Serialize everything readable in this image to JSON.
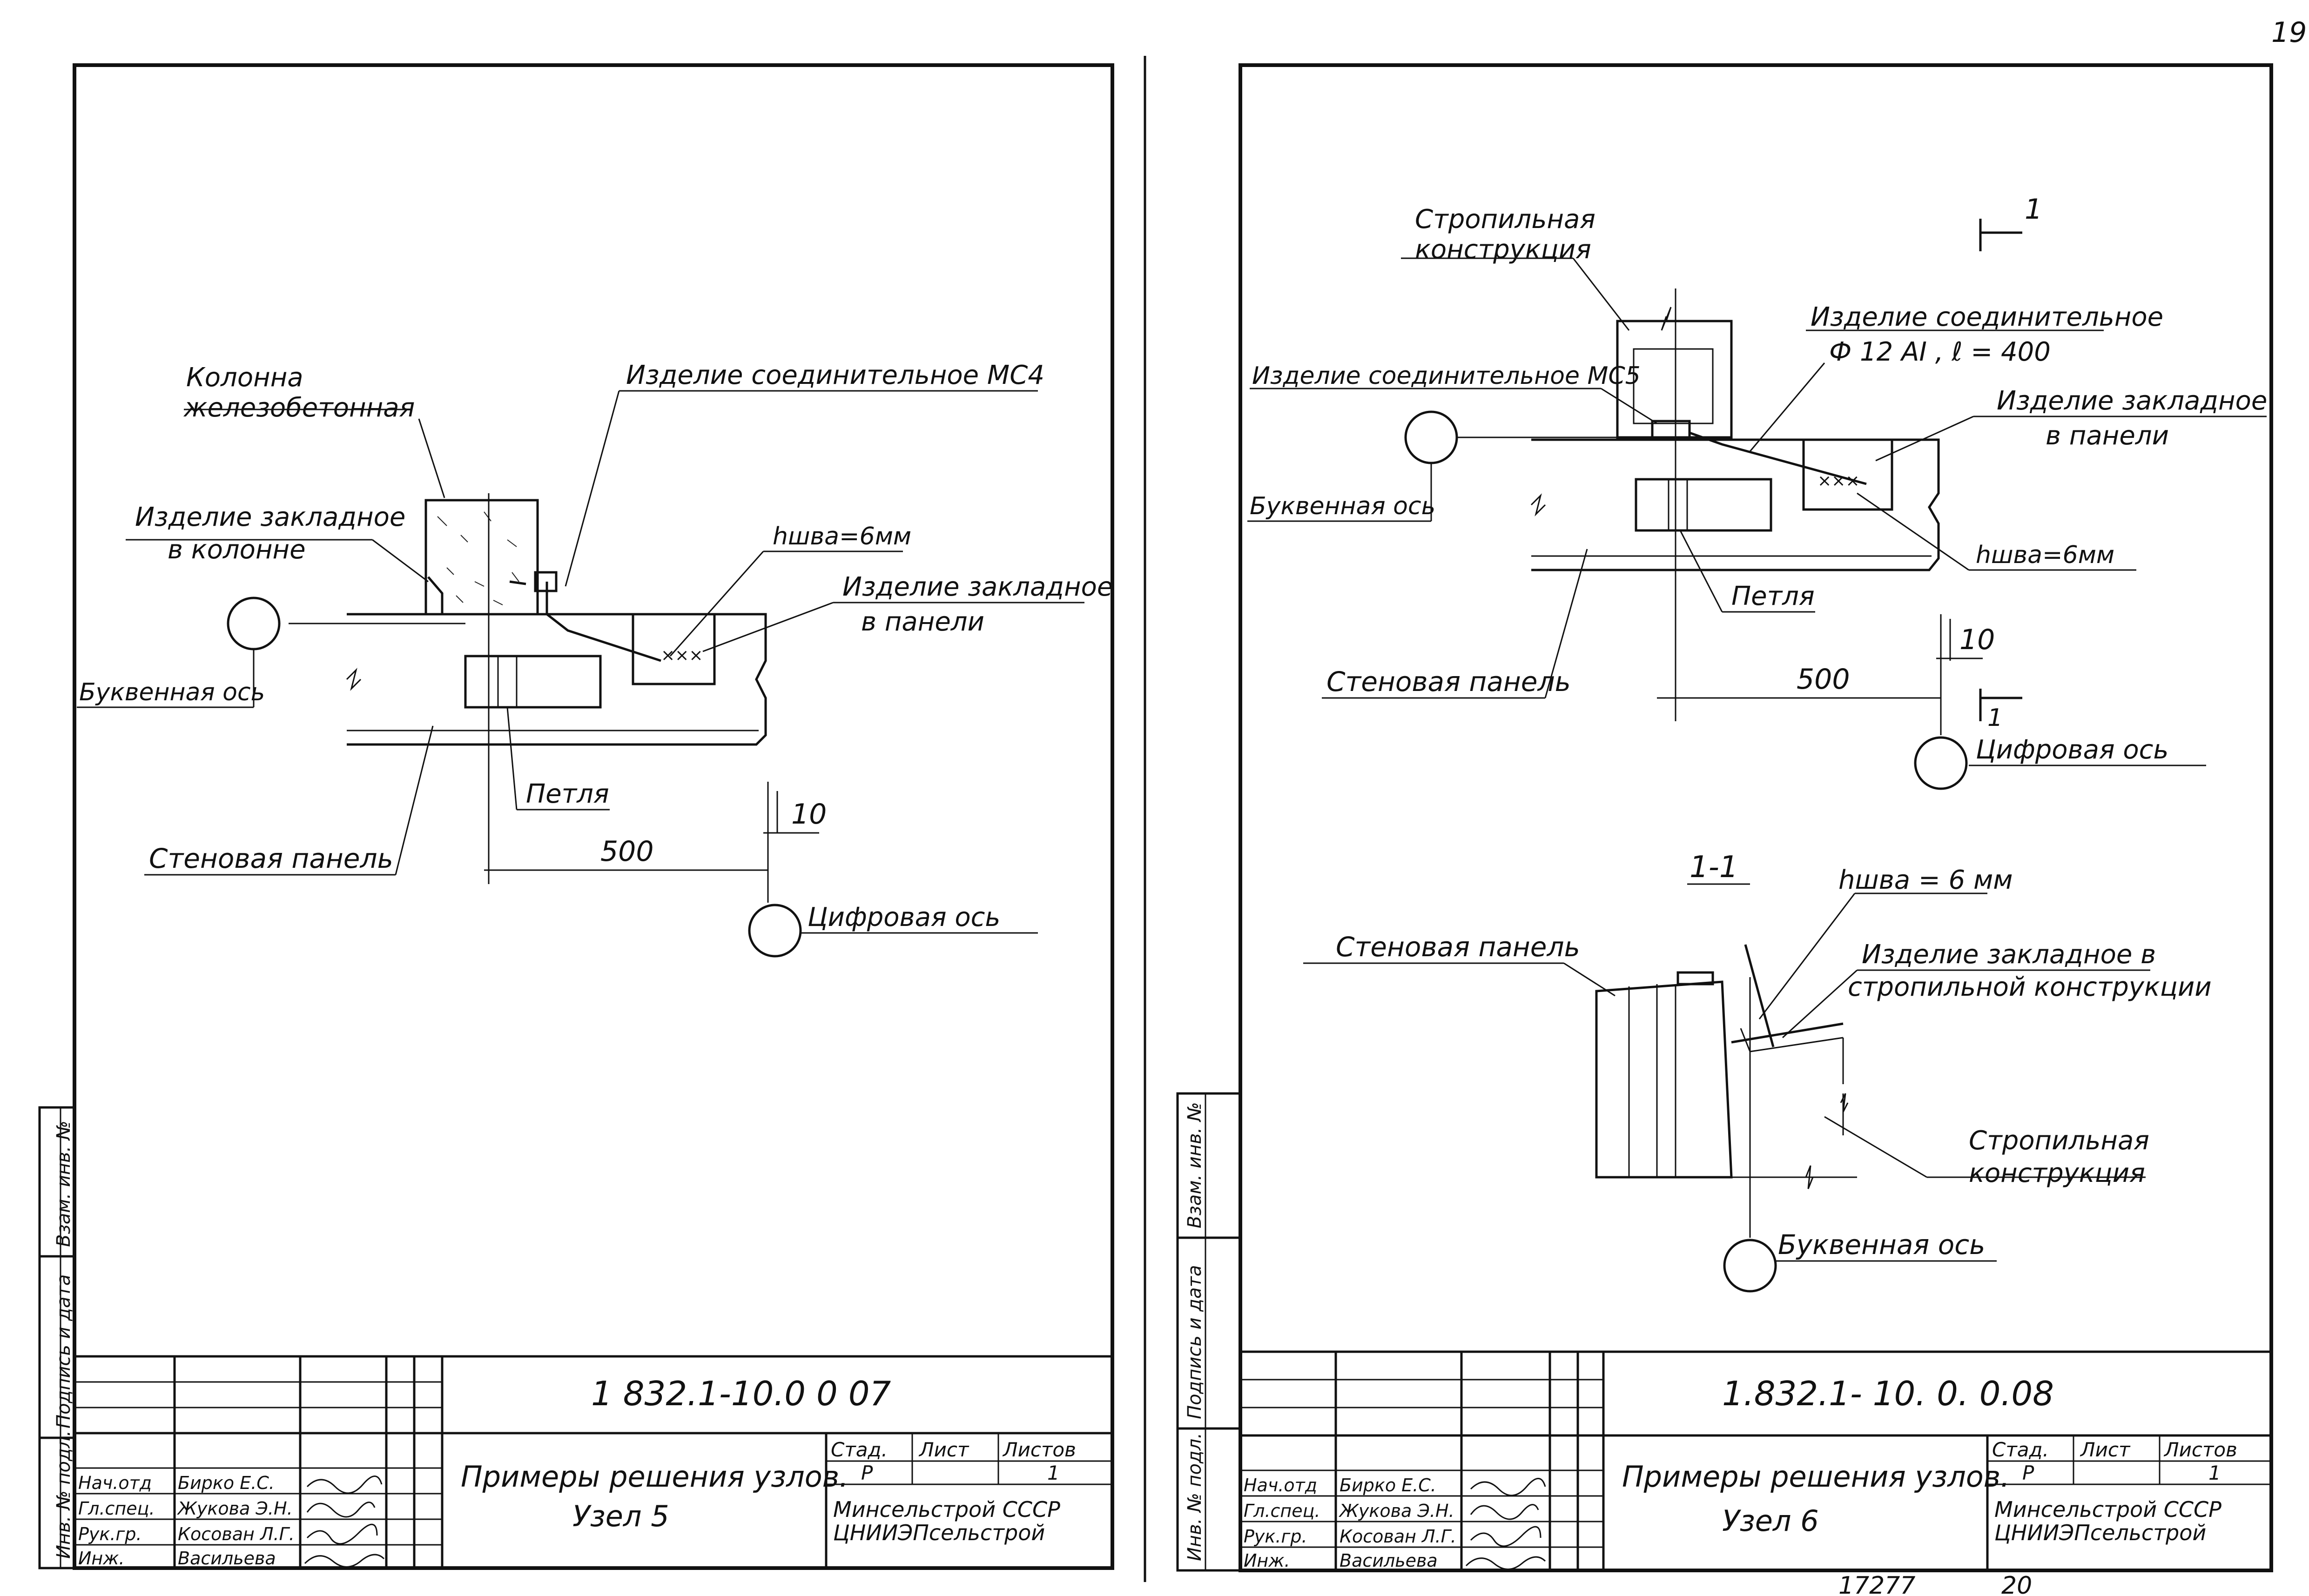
{
  "page_number": "19",
  "sheet_left": {
    "code": "1 832.1-10.0  0 07",
    "title_line1": "Примеры решения узлов.",
    "title_line2": "Узел 5",
    "labels": {
      "column": "Колонна",
      "column2": "железобетонная",
      "connector": "Изделие соединительное МС4",
      "embed_col1": "Изделие закладное",
      "embed_col2": "в колонне",
      "weld": "hшва=6мм",
      "embed_panel1": "Изделие закладное",
      "embed_panel2": "в панели",
      "letter_axis": "Буквенная ось",
      "loop": "Петля",
      "wall_panel": "Стеновая панель",
      "dim_10": "10",
      "dim_500": "500",
      "digit_axis": "Цифровая ось"
    },
    "stamp": {
      "col_stage": "Стад.",
      "col_sheet": "Лист",
      "col_sheets": "Листов",
      "stage": "Р",
      "sheets": "1",
      "org1": "Минсельстрой СССР",
      "org2": "ЦНИИЭПсельстрой",
      "roles": [
        "Нач.отд",
        "Гл.спец.",
        "Рук.гр.",
        "Инж."
      ],
      "names": [
        "Бирко Е.С.",
        "Жукова Э.Н.",
        "Косован Л.Г.",
        "Васильева"
      ]
    }
  },
  "sheet_right": {
    "code": "1.832.1- 10. 0.  0.08",
    "title_line1": "Примеры решения узлов.",
    "title_line2": "Узел 6",
    "labels": {
      "rafter1": "Стропильная",
      "rafter2": "конструкция",
      "section_mark": "1",
      "connector1": "Изделие соединительное",
      "connector2": "Ф 12 АI ,  ℓ = 400",
      "connector_mc5": "Изделие соединительное МС5",
      "embed_panel1": "Изделие закладное",
      "embed_panel2": "в панели",
      "letter_axis": "Буквенная ось",
      "weld": "hшва=6мм",
      "loop": "Петля",
      "dim_10": "10",
      "wall_panel": "Стеновая панель",
      "dim_500": "500",
      "digit_axis": "Цифровая ось",
      "section_title": "1-1",
      "weld2": "hшва = 6 мм",
      "wall_panel2": "Стеновая панель",
      "embed_rafter1": "Изделие закладное в",
      "embed_rafter2": "стропильной конструкции",
      "rafter3": "Стропильная",
      "rafter4": "конструкция",
      "letter_axis2": "Буквенная ось"
    },
    "stamp": {
      "col_stage": "Стад.",
      "col_sheet": "Лист",
      "col_sheets": "Листов",
      "stage": "Р",
      "sheets": "1",
      "org1": "Минсельстрой СССР",
      "org2": "ЦНИИЭПсельстрой",
      "roles": [
        "Нач.отд",
        "Гл.спец.",
        "Рук.гр.",
        "Инж."
      ],
      "names": [
        "Бирко Е.С.",
        "Жукова Э.Н.",
        "Косован Л.Г.",
        "Васильева"
      ]
    }
  },
  "side_strip": [
    "Инв. № подл.",
    "Подпись и дата",
    "Взам. инв. №"
  ],
  "footer": {
    "num1": "17277",
    "num2": "20"
  }
}
